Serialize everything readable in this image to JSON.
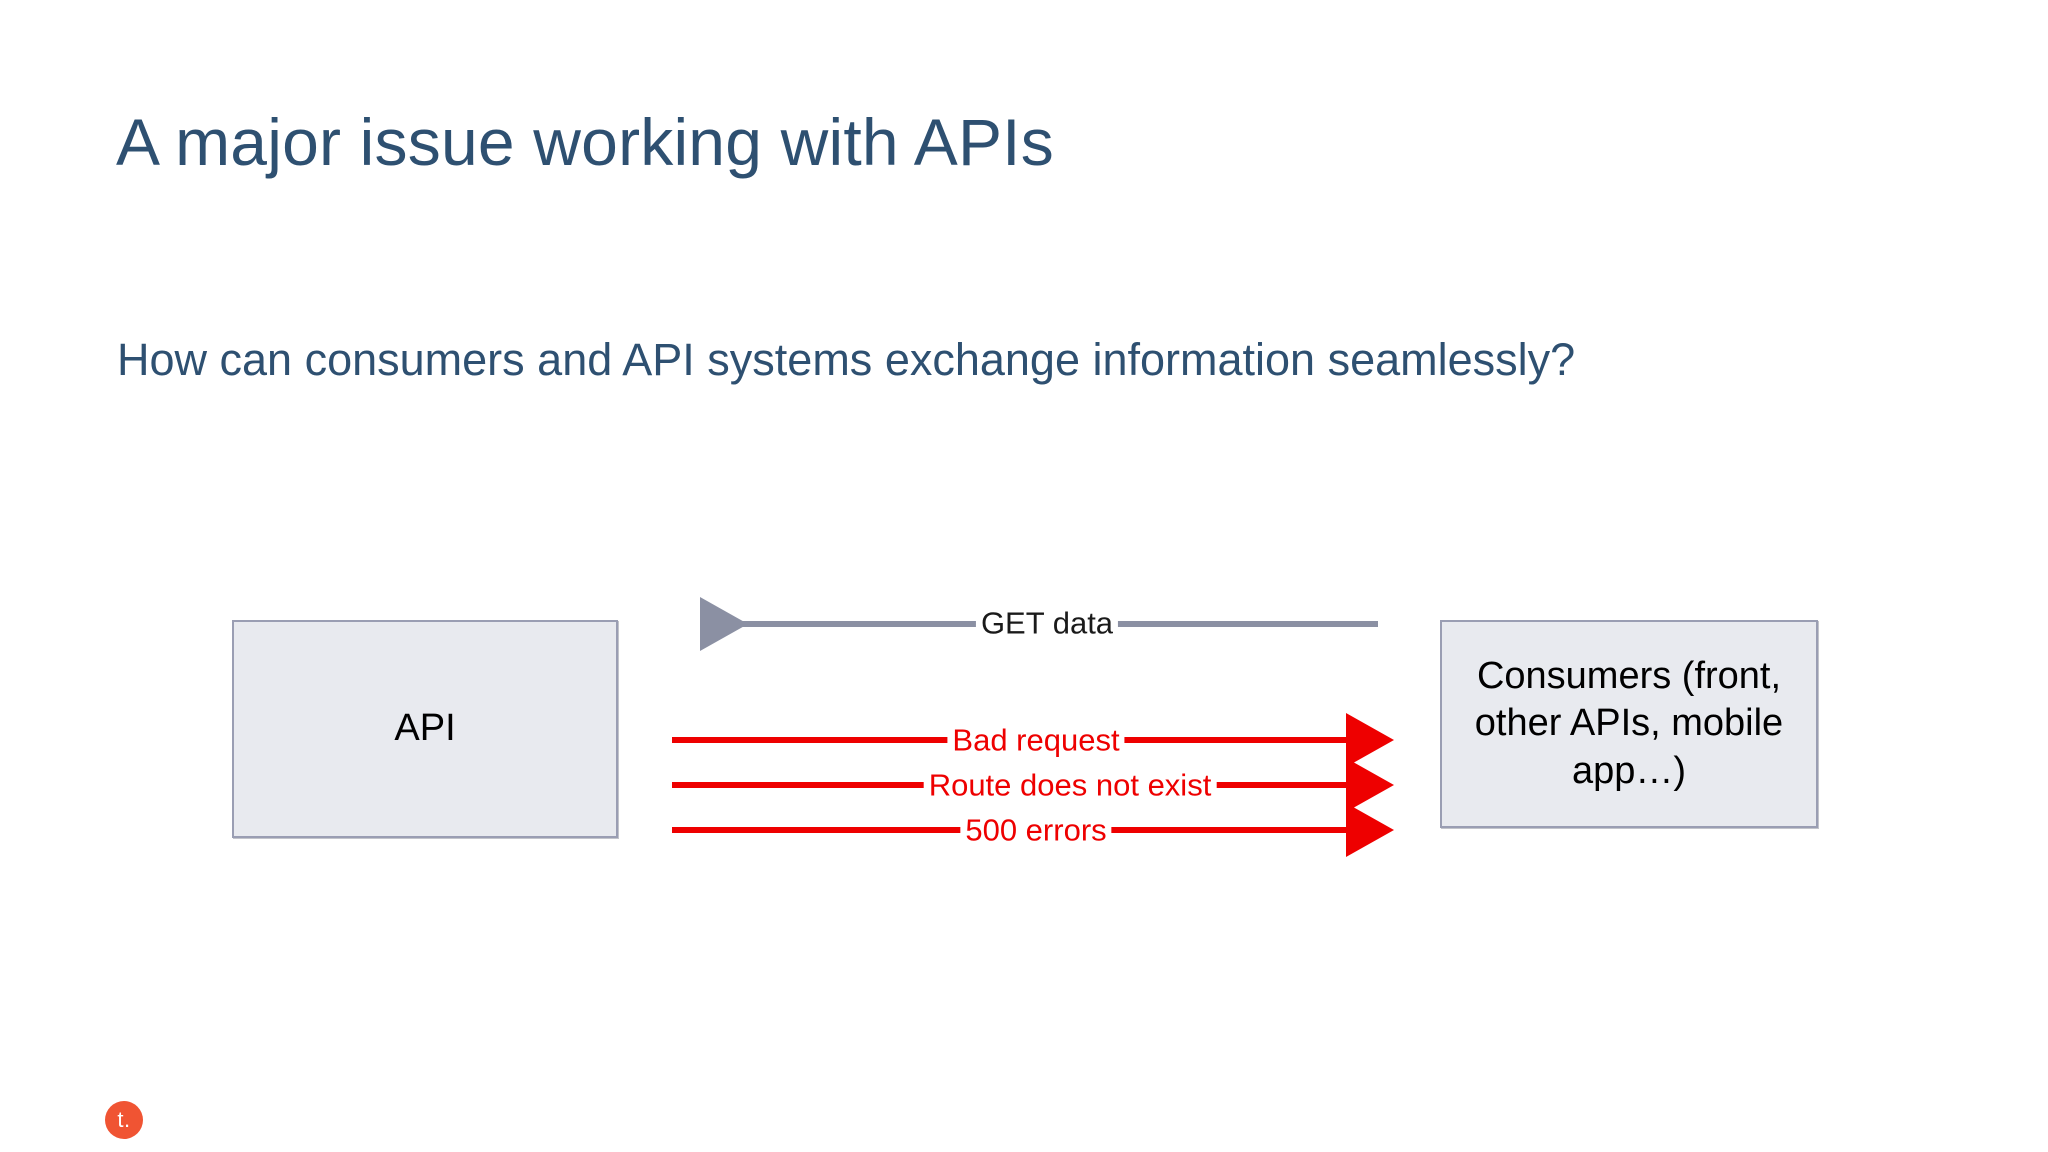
{
  "slide": {
    "title": "A major issue working with APIs",
    "subtitle": "How can consumers and API systems exchange information seamlessly?",
    "background_color": "#ffffff",
    "title_color": "#2e5071"
  },
  "diagram": {
    "nodes": {
      "api": {
        "label": "API",
        "fill_color": "#e8eaef",
        "border_color": "#9a9eb3"
      },
      "consumers": {
        "label": "Consumers (front, other APIs, mobile app…)",
        "fill_color": "#e8eaef",
        "border_color": "#9a9eb3"
      }
    },
    "edges": [
      {
        "label": "GET data",
        "direction": "right-to-left",
        "color": "#8b90a3"
      },
      {
        "label": "Bad request",
        "direction": "left-to-right",
        "color": "#ee0000"
      },
      {
        "label": "Route does not exist",
        "direction": "left-to-right",
        "color": "#ee0000"
      },
      {
        "label": "500 errors",
        "direction": "left-to-right",
        "color": "#ee0000"
      }
    ]
  },
  "logo": {
    "text": "t.",
    "color": "#f05433"
  }
}
